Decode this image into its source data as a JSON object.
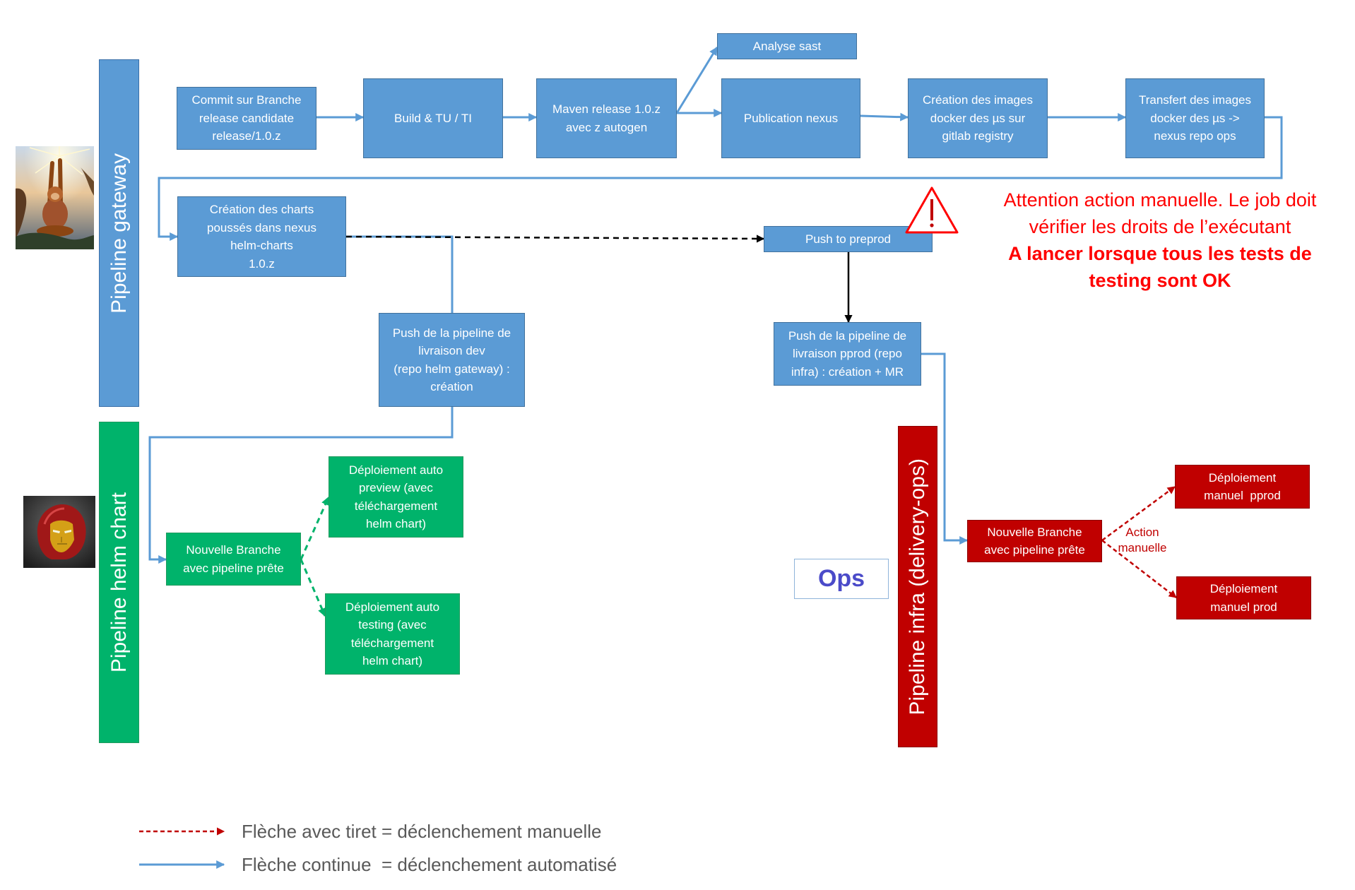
{
  "lanes": {
    "gateway": "Pipeline gateway",
    "helm_chart": "Pipeline helm chart",
    "infra": "Pipeline infra (delivery-ops)"
  },
  "avatars": {
    "gateway": "monkey-avatar-icon",
    "helm_chart": "iron-man-helmet-icon"
  },
  "boxes": {
    "commit": "Commit sur Branche\nrelease candidate\nrelease/1.0.z",
    "build": "Build & TU / TI",
    "maven": "Maven release 1.0.z\navec z autogen",
    "analyse_sast": "Analyse sast",
    "publication_nexus": "Publication nexus",
    "creation_images": "Création des images\ndocker des µs sur\ngitlab registry",
    "transfert_images": "Transfert des images\ndocker des µs ->\nnexus repo ops",
    "creation_charts": "Création des charts\npoussés dans nexus\nhelm-charts\n1.0.z",
    "push_dev": "Push de la pipeline de\nlivraison dev\n(repo helm gateway) :\ncréation",
    "push_preprod": "Push to preprod",
    "push_pprod": "Push de la pipeline de\nlivraison pprod (repo\ninfra) : création + MR",
    "helm_nouvelle_branche": "Nouvelle Branche\navec pipeline prête",
    "deploiement_preview": "Déploiement auto\npreview (avec\ntéléchargement\nhelm chart)",
    "deploiement_testing": "Déploiement auto\ntesting (avec\ntéléchargement\nhelm chart)",
    "infra_nouvelle_branche": "Nouvelle Branche\navec pipeline prête",
    "deploiement_pprod": "Déploiement\nmanuel  pprod",
    "deploiement_prod": "Déploiement\nmanuel prod",
    "ops": "Ops"
  },
  "action_manuelle_label": "Action\nmanuelle",
  "warning": {
    "icon": "warning-triangle-icon",
    "lines": [
      "Attention action manuelle. Le job doit",
      "vérifier les droits de l’exécutant"
    ],
    "bold_lines": [
      "A lancer lorsque tous les tests de",
      "testing sont OK"
    ]
  },
  "legend": [
    {
      "color": "#C00000",
      "label": "Flèche avec tiret = déclenchement manuelle"
    },
    {
      "color": "#5B9BD5",
      "label": "Flèche continue  = déclenchement automatisé"
    }
  ],
  "colors": {
    "blue": "#5B9BD5",
    "green": "#00B36B",
    "red": "#C00000",
    "warning": "#FF0000",
    "legend": "#595959",
    "ops": "#4B4BC9"
  }
}
